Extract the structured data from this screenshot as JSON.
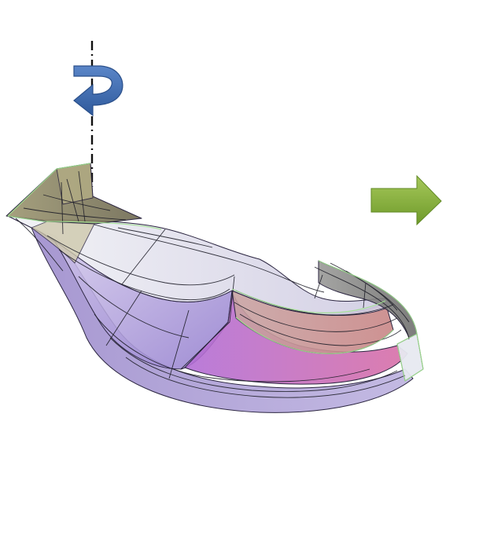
{
  "diagram": {
    "colors": {
      "background": "#ffffff",
      "rotation_arrow": "#3f6fb4",
      "flow_arrow": "#8cb43a",
      "mesh_line": "#1e1e28",
      "edge_highlight": "#9fe08f",
      "inlet_surface": "#8a8460",
      "shroud_surface": "#a58fd6",
      "hub_surface": "#c55aa8",
      "blade_surface": "#c98a8a",
      "outlet_surface": "#8c8c8c",
      "cover_surface": "#e4e6f0"
    },
    "elements": [
      {
        "name": "rotation-axis",
        "kind": "dash-dot line"
      },
      {
        "name": "rotation-arrow-icon",
        "kind": "curved arrow"
      },
      {
        "name": "flow-direction-arrow-icon",
        "kind": "right arrow"
      },
      {
        "name": "duct-3d-model",
        "kind": "curved duct mesh"
      }
    ]
  }
}
